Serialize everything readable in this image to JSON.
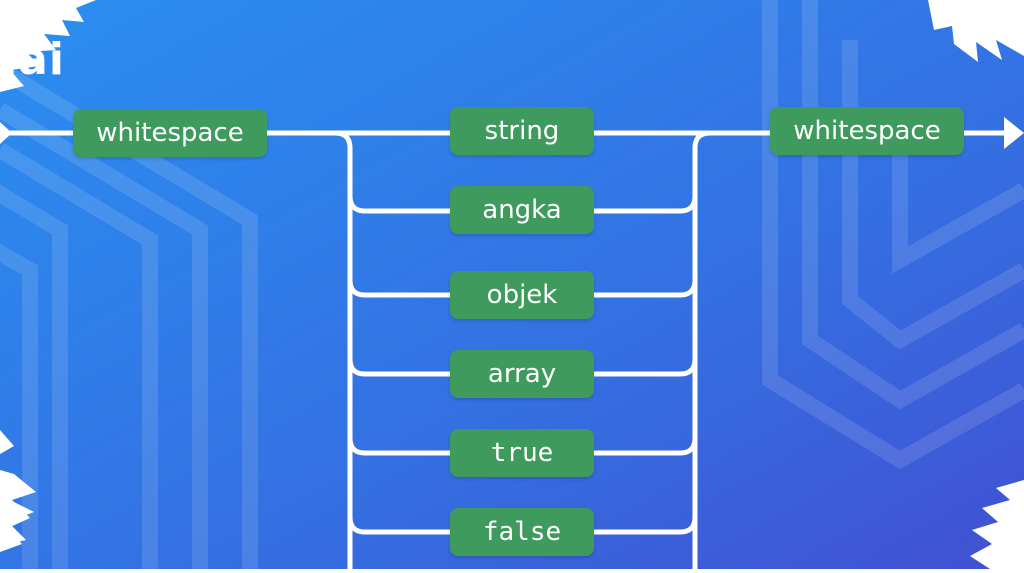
{
  "title": "ilai",
  "diagram": {
    "entry_node": "whitespace",
    "exit_node": "whitespace",
    "alternatives": [
      "string",
      "angka",
      "objek",
      "array",
      "true",
      "false"
    ]
  },
  "colors": {
    "background_top": "#2d86ee",
    "background_bottom": "#3c5ad8",
    "node_fill": "#3f9a5e",
    "line": "#ffffff"
  }
}
